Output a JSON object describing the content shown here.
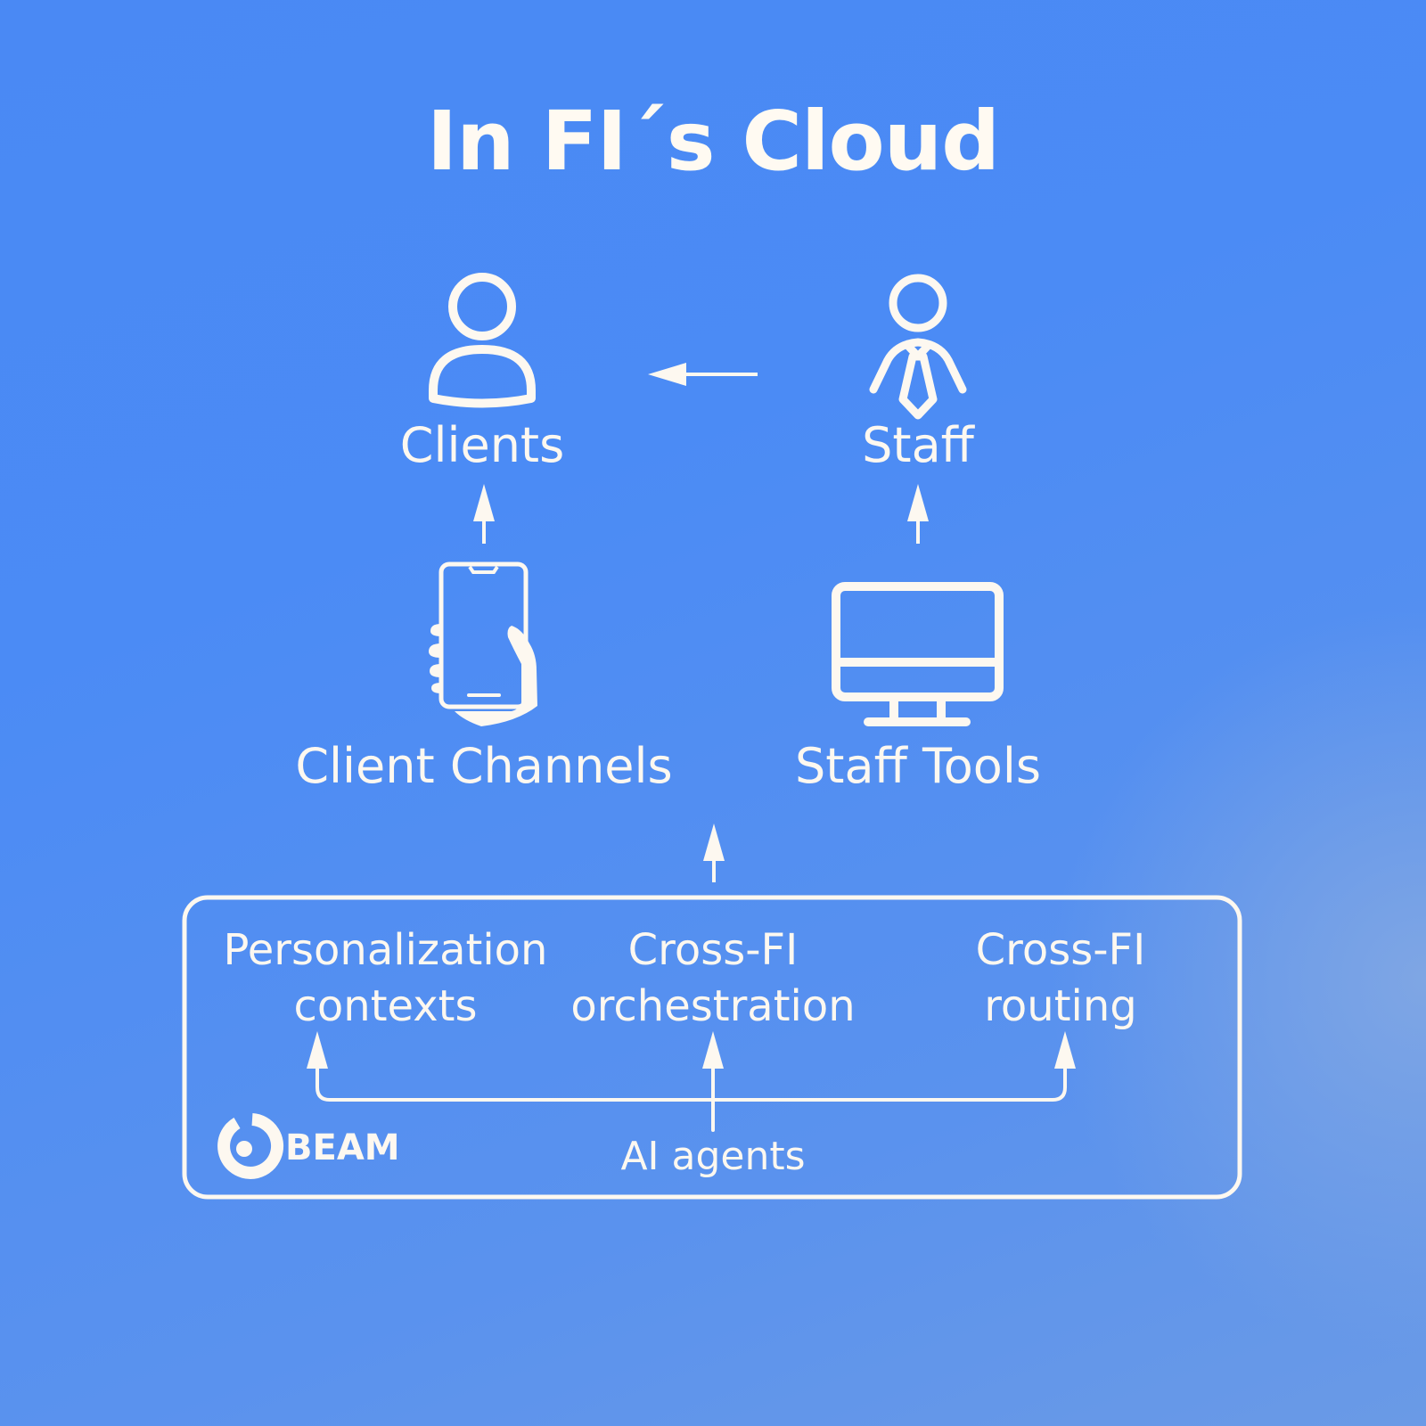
{
  "title": "In FI´s Cloud",
  "nodes": {
    "clients": "Clients",
    "staff": "Staff",
    "client_channels": "Client Channels",
    "staff_tools": "Staff Tools"
  },
  "box": {
    "personalization": [
      "Personalization",
      "contexts"
    ],
    "orchestration": [
      "Cross-FI",
      "orchestration"
    ],
    "routing": [
      "Cross-FI",
      "routing"
    ],
    "ai_agents": "AI agents",
    "logo_text": "BEAM"
  },
  "icons": [
    "person-icon",
    "staff-person-icon",
    "smartphone-hand-icon",
    "monitor-icon",
    "beam-logo-icon"
  ],
  "colors": {
    "foreground": "#fdf8f0",
    "background": "#4b8bf5"
  }
}
